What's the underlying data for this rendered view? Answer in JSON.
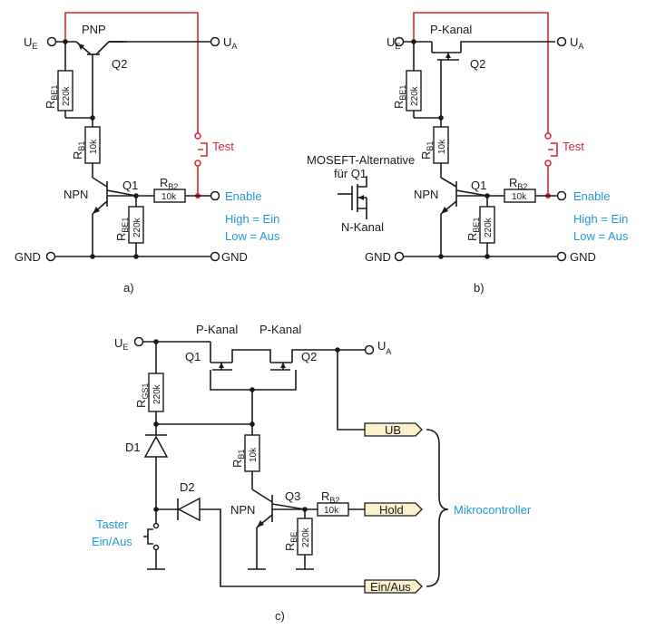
{
  "a": {
    "caption": "a)",
    "ue": "U",
    "ue_sub": "E",
    "ua": "U",
    "ua_sub": "A",
    "pnp": "PNP",
    "q2": "Q2",
    "q1": "Q1",
    "npn": "NPN",
    "rbe1": "R",
    "rbe1_sub": "BE1",
    "rbe1_val": "220k",
    "rb1": "R",
    "rb1_sub": "B1",
    "rb1_val": "10k",
    "rb2": "R",
    "rb2_sub": "B2",
    "rb2_val": "10k",
    "rbe1b": "R",
    "rbe1b_sub": "BE1",
    "rbe1b_val": "220k",
    "test": "Test",
    "enable": "Enable",
    "high": "High = Ein",
    "low": "Low = Aus",
    "gnd_l": "GND",
    "gnd_r": "GND"
  },
  "b": {
    "caption": "b)",
    "ue": "U",
    "ue_sub": "E",
    "ua": "U",
    "ua_sub": "A",
    "pkanal": "P-Kanal",
    "q2": "Q2",
    "q1": "Q1",
    "npn": "NPN",
    "rbe1": "R",
    "rbe1_sub": "BE1",
    "rbe1_val": "220k",
    "rb1": "R",
    "rb1_sub": "B1",
    "rb1_val": "10k",
    "rb2": "R",
    "rb2_sub": "B2",
    "rb2_val": "10k",
    "rbe1b": "R",
    "rbe1b_sub": "BE1",
    "rbe1b_val": "220k",
    "test": "Test",
    "enable": "Enable",
    "high": "High = Ein",
    "low": "Low = Aus",
    "gnd_l": "GND",
    "gnd_r": "GND",
    "alt1": "MOSEFT-Alternative",
    "alt2": "für Q1",
    "nkanal": "N-Kanal"
  },
  "c": {
    "caption": "c)",
    "ue": "U",
    "ue_sub": "E",
    "ua": "U",
    "ua_sub": "A",
    "pk1": "P-Kanal",
    "pk2": "P-Kanal",
    "q1": "Q1",
    "q2": "Q2",
    "q3": "Q3",
    "npn": "NPN",
    "rgs1": "R",
    "rgs1_sub": "GS1",
    "rgs1_val": "220k",
    "rb1": "R",
    "rb1_sub": "B1",
    "rb1_val": "10k",
    "rb2": "R",
    "rb2_sub": "B2",
    "rb2_val": "10k",
    "rbe": "R",
    "rbe_sub": "BE",
    "rbe_val": "220k",
    "d1": "D1",
    "d2": "D2",
    "taster1": "Taster",
    "taster2": "Ein/Aus",
    "ub": "UB",
    "hold": "Hold",
    "einaus": "Ein/Aus",
    "mikro": "Mikrocontroller"
  },
  "colors": {
    "wire": "#1a1a1a",
    "red": "#d8262e",
    "blue": "#1e9ad6",
    "tag": "#fdf0cc"
  }
}
